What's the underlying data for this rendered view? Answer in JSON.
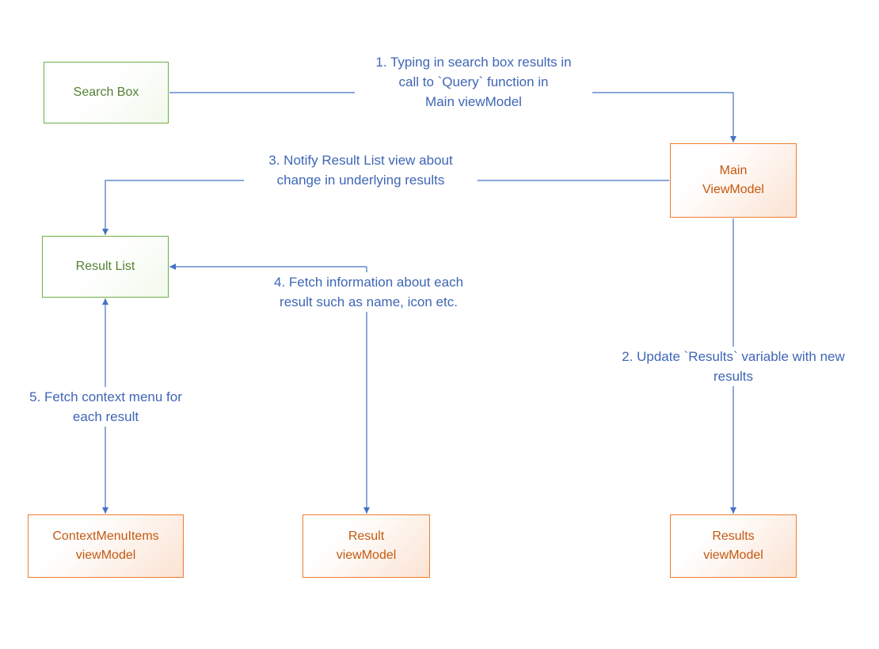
{
  "diagram": {
    "nodes": {
      "search_box": {
        "label": "Search Box"
      },
      "main_viewmodel": {
        "label": "Main\nViewModel"
      },
      "result_list": {
        "label": "Result List"
      },
      "contextmenuitems_viewmodel": {
        "label": "ContextMenuItems\nviewModel"
      },
      "result_viewmodel": {
        "label": "Result\nviewModel"
      },
      "results_viewmodel": {
        "label": "Results\nviewModel"
      }
    },
    "annotations": {
      "step1": "1. Typing in search box results in\ncall to `Query` function in\nMain viewModel",
      "step2": "2. Update `Results` variable with new\nresults",
      "step3": "3. Notify Result List view about\nchange in underlying results",
      "step4": "4. Fetch information about each\nresult such as name, icon etc.",
      "step5": "5. Fetch context menu for\neach result"
    },
    "colors": {
      "connector": "#4472C4",
      "annotation_text": "#3F66B5",
      "view_border": "#70AD47",
      "view_text": "#538135",
      "viewmodel_border": "#ED7D31",
      "viewmodel_text": "#C45911"
    }
  }
}
